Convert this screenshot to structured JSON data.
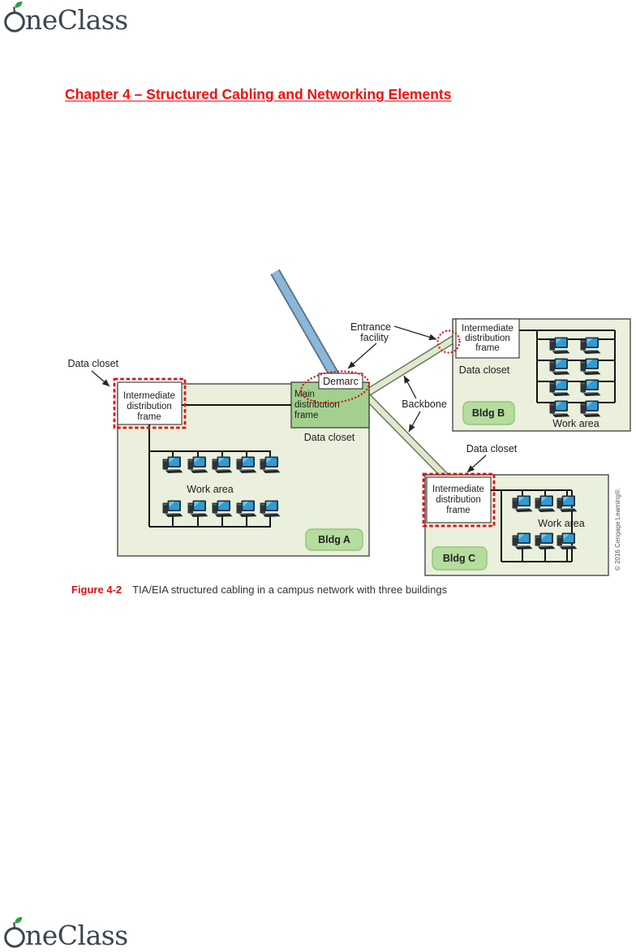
{
  "brand": {
    "logo_text": "neClass"
  },
  "page": {
    "title": "Chapter 4 – Structured Cabling and Networking Elements"
  },
  "figure": {
    "label": "Figure 4-2",
    "caption": "TIA/EIA structured cabling in a campus network with three buildings",
    "credit": "© 2016 Cengage Learning®.",
    "labels": {
      "data_closet": "Data closet",
      "work_area": "Work area",
      "backbone": "Backbone",
      "demarc": "Demarc",
      "entrance_line1": "Entrance",
      "entrance_line2": "facility",
      "idf_line1": "Intermediate",
      "idf_line2": "distribution",
      "idf_line3": "frame",
      "mdf_line1": "Main",
      "mdf_line2": "distribution",
      "mdf_line3": "frame",
      "bldg_a": "Bldg A",
      "bldg_b": "Bldg B",
      "bldg_c": "Bldg C"
    },
    "colors": {
      "building_fill": "#eaf0dc",
      "mdf_fill": "#a3d08f",
      "badge_fill": "#b5dd9e",
      "backbone_fill": "#dfeacc",
      "provider_cable": "#8ab7da",
      "highlight_red": "#e01111",
      "screen_blue": "#2f9cd4"
    }
  }
}
